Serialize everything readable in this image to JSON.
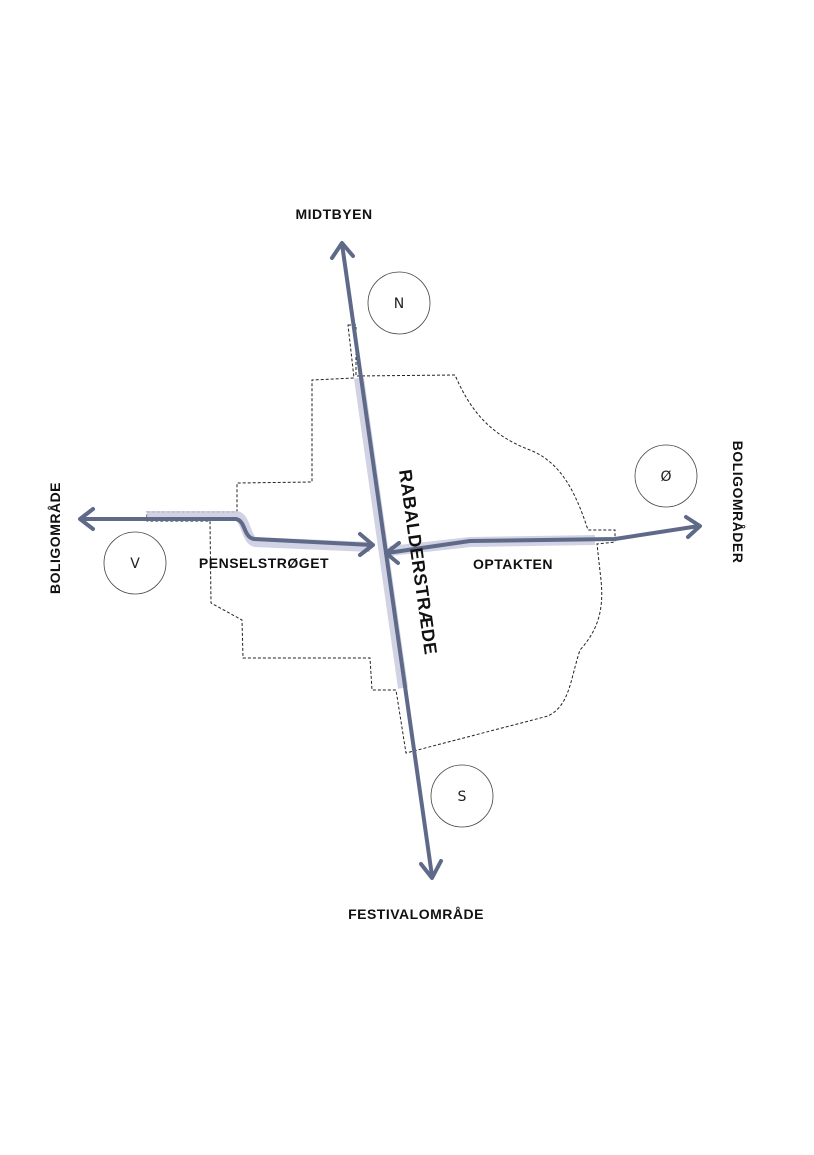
{
  "colors": {
    "route": "#5f6a88",
    "highlight": "#c9cbe0",
    "outline": "#222222",
    "text": "#111111"
  },
  "destinations": {
    "north": "MIDTBYEN",
    "south": "FESTIVALOMRÅDE",
    "west": "BOLIGOMRÅDE",
    "east": "BOLIGOMRÅDER"
  },
  "streets": {
    "main": "RABALDERSTRÆDE",
    "west": "PENSELSTRØGET",
    "east": "OPTAKTEN"
  },
  "compass": {
    "n": "N",
    "s": "S",
    "e": "Ø",
    "w": "V"
  }
}
